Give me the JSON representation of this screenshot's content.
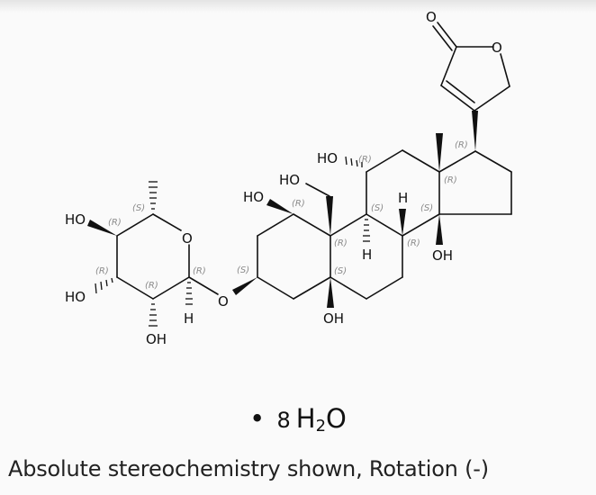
{
  "molecule": {
    "atoms": {
      "lactone_o_carbonyl": "O",
      "lactone_o_ring": "O",
      "oh_c11": "HO",
      "oh_c19": "HO",
      "oh_c1": "HO",
      "h_c8": "H",
      "h_c9": "H",
      "oh_c14": "OH",
      "oh_c5": "OH",
      "glycosidic_o": "O",
      "sugar_ring_o": "O",
      "sugar_oh_c4": "HO",
      "sugar_oh_c3": "HO",
      "sugar_oh_c2": "OH",
      "sugar_h_c1": "H"
    },
    "stereo_labels": {
      "c17": "(R)",
      "c13": "(R)",
      "c11": "(R)",
      "c1": "(R)",
      "c9": "(S)",
      "c14": "(S)",
      "c10": "(R)",
      "c8": "(R)",
      "c5": "(S)",
      "c3": "(S)",
      "sugar_c5": "(S)",
      "sugar_c4": "(R)",
      "sugar_c3": "(R)",
      "sugar_c2": "(R)",
      "sugar_c1": "(R)"
    }
  },
  "hydrate": {
    "bullet": "•",
    "count": "8",
    "formula_main": "H",
    "formula_sub": "2",
    "formula_tail": "O"
  },
  "caption": "Absolute stereochemistry shown, Rotation (-)"
}
